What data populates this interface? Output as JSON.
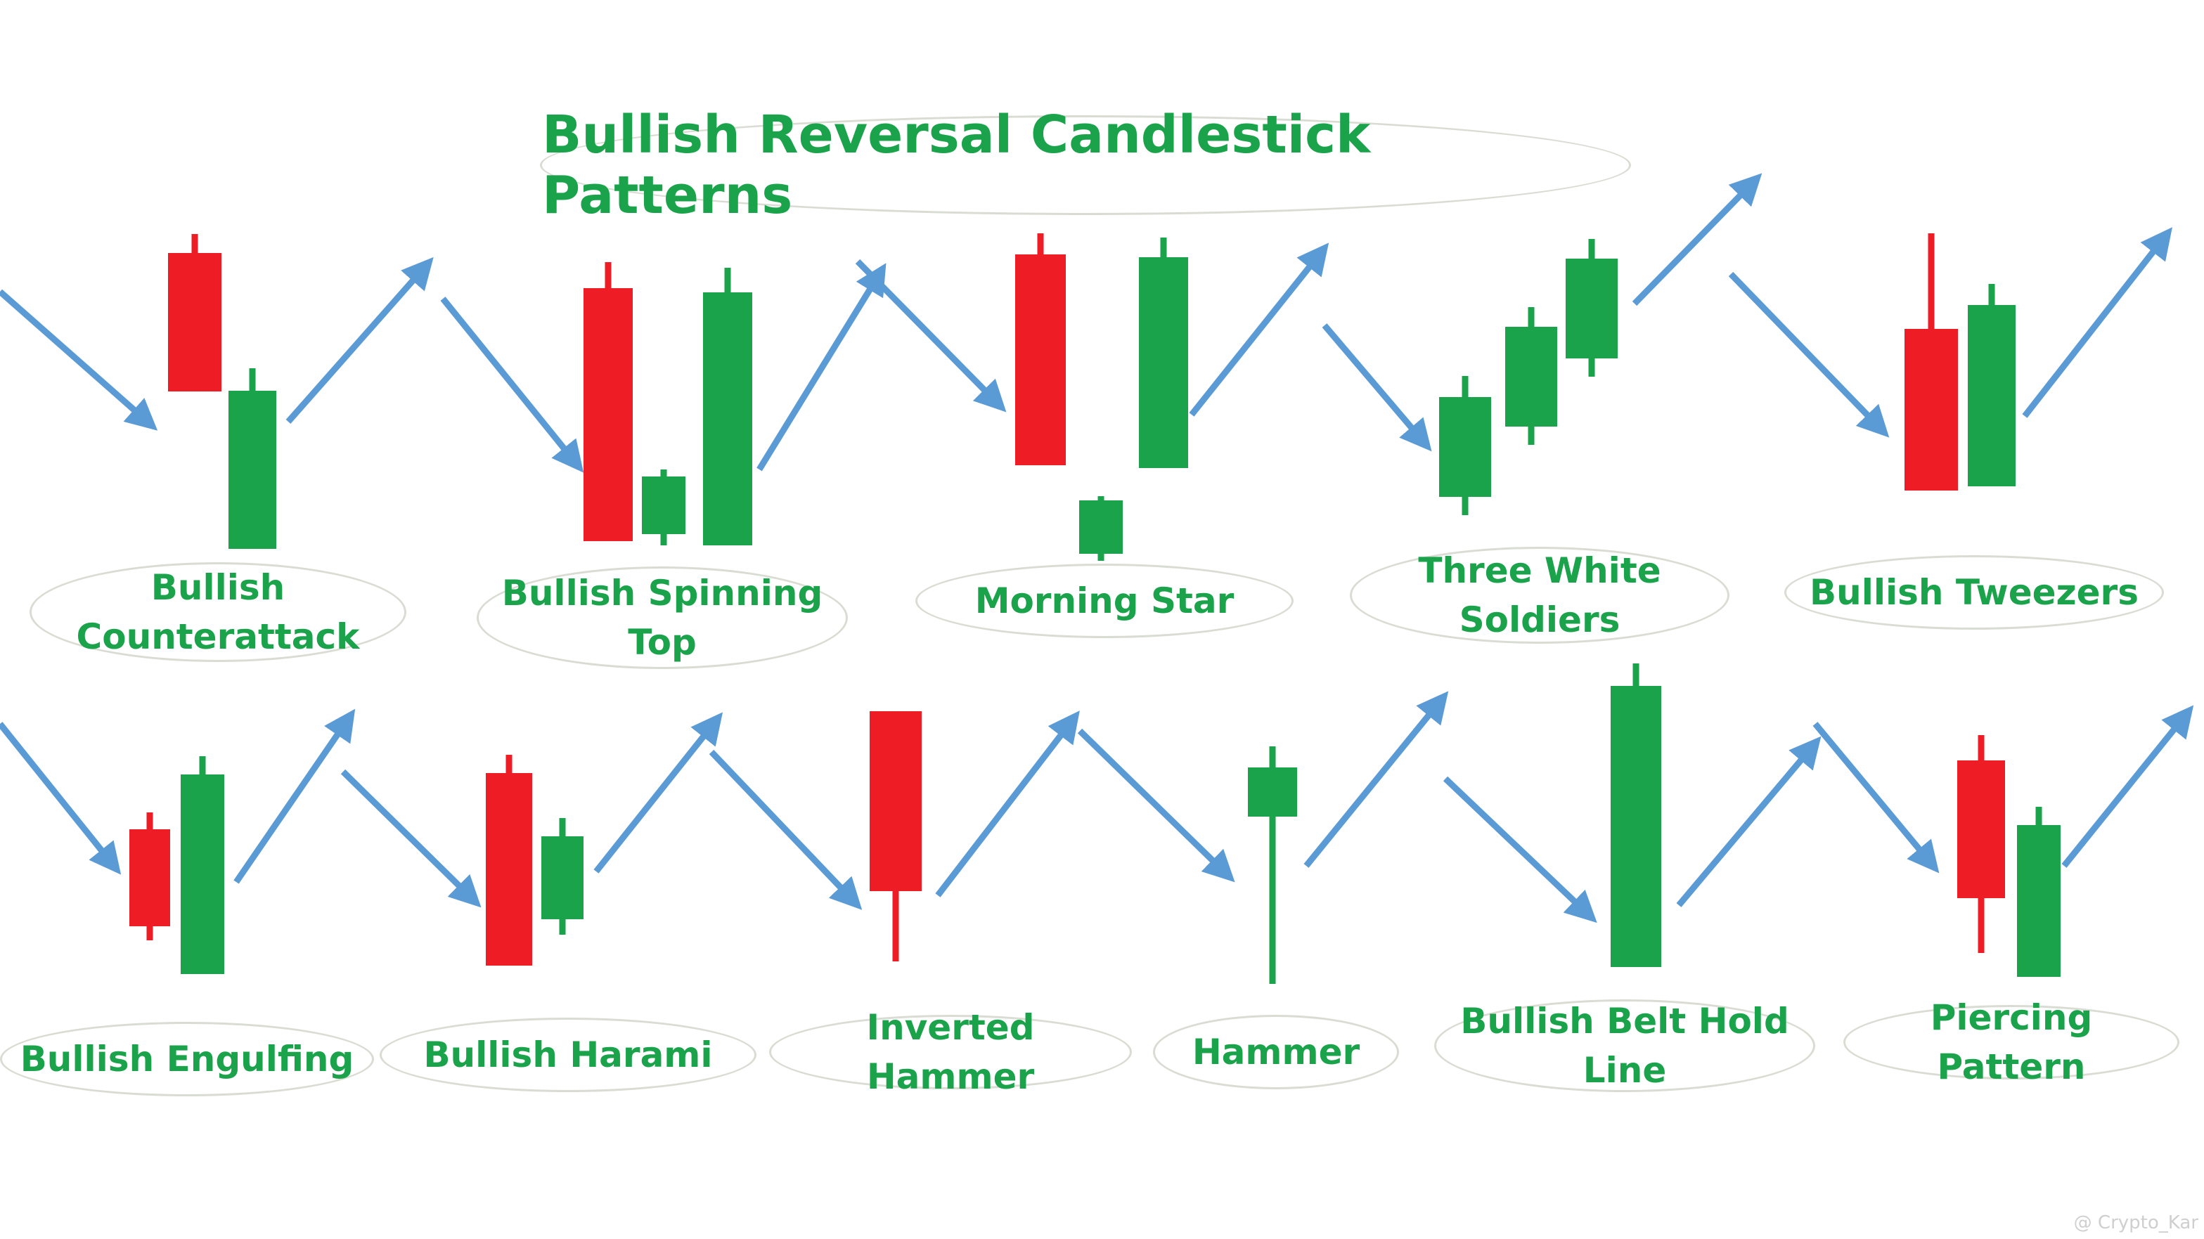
{
  "title": "Bullish Reversal Candlestick Patterns",
  "colors": {
    "bullish": "#1aa34a",
    "bearish": "#ee1c25",
    "arrow": "#5b9bd5",
    "pill_border": "#d9dcd2"
  },
  "patterns": [
    {
      "id": "bullish-counterattack",
      "label": "Bullish Counterattack"
    },
    {
      "id": "bullish-spinning-top",
      "label": "Bullish Spinning Top"
    },
    {
      "id": "morning-star",
      "label": "Morning Star"
    },
    {
      "id": "three-white-soldiers",
      "label": "Three White Soldiers"
    },
    {
      "id": "bullish-tweezers",
      "label": "Bullish Tweezers"
    },
    {
      "id": "bullish-engulfing",
      "label": "Bullish Engulfing"
    },
    {
      "id": "bullish-harami",
      "label": "Bullish Harami"
    },
    {
      "id": "inverted-hammer",
      "label": "Inverted Hammer"
    },
    {
      "id": "hammer",
      "label": "Hammer"
    },
    {
      "id": "bullish-belt-hold-line",
      "label": "Bullish Belt Hold Line"
    },
    {
      "id": "piercing-pattern",
      "label": "Piercing Pattern"
    }
  ],
  "watermark": "@ Crypto_Kar"
}
